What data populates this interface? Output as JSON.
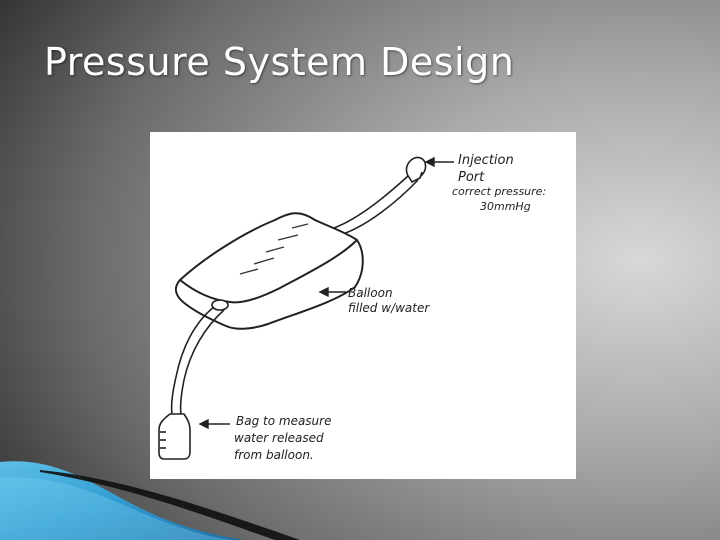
{
  "slide": {
    "title": "Pressure System Design"
  },
  "diagram": {
    "labels": {
      "injection_line1": "Injection",
      "injection_line2": "Port",
      "pressure_line1": "correct pressure:",
      "pressure_line2": "30mmHg",
      "balloon_line1": "Balloon",
      "balloon_line2": "filled w/water",
      "bag_line1": "Bag to measure",
      "bag_line2": "water released",
      "bag_line3": "from balloon."
    }
  },
  "colors": {
    "title": "#ffffff",
    "accent_ribbon": "#2f9fd8",
    "ink": "#222222"
  }
}
